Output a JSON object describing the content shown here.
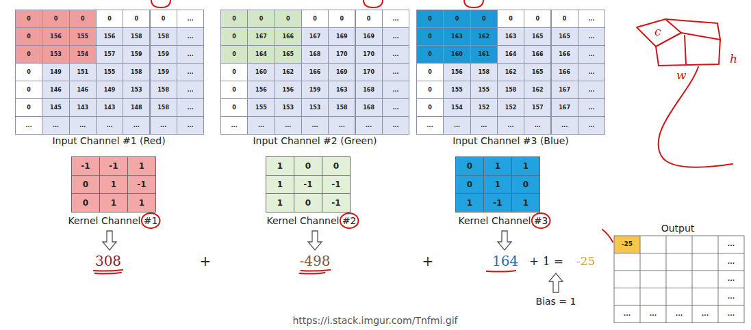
{
  "diagram": {
    "caption": "https://i.stack.imgur.com/Tnfmi.gif",
    "labels": [
      "0",
      "0",
      "0",
      "0",
      "0",
      "0",
      "...",
      "0",
      "156",
      "155",
      "156",
      "158",
      "158",
      "...",
      "0",
      "153",
      "154",
      "157",
      "159",
      "159",
      "...",
      "0",
      "149",
      "151",
      "155",
      "158",
      "159",
      "...",
      "0",
      "146",
      "146",
      "149",
      "153",
      "158",
      "...",
      "0",
      "145",
      "143",
      "143",
      "148",
      "158",
      "...",
      "...",
      "...",
      "...",
      "...",
      "...",
      "...",
      "...",
      "Input Channel #1 (Red)",
      "0",
      "0",
      "0",
      "0",
      "0",
      "0",
      "...",
      "0",
      "167",
      "166",
      "167",
      "169",
      "169",
      "...",
      "0",
      "164",
      "165",
      "168",
      "170",
      "170",
      "...",
      "0",
      "160",
      "162",
      "166",
      "169",
      "170",
      "...",
      "0",
      "156",
      "156",
      "159",
      "163",
      "168",
      "...",
      "0",
      "155",
      "153",
      "153",
      "158",
      "168",
      "...",
      "...",
      "...",
      "...",
      "...",
      "...",
      "...",
      "...",
      "Input Channel #2 (Green)",
      "0",
      "0",
      "0",
      "0",
      "0",
      "0",
      "...",
      "0",
      "163",
      "162",
      "163",
      "165",
      "165",
      "...",
      "0",
      "160",
      "161",
      "164",
      "166",
      "166",
      "...",
      "0",
      "156",
      "158",
      "162",
      "165",
      "166",
      "...",
      "0",
      "155",
      "155",
      "158",
      "162",
      "167",
      "...",
      "0",
      "154",
      "152",
      "152",
      "157",
      "167",
      "...",
      "...",
      "...",
      "...",
      "...",
      "...",
      "...",
      "...",
      "Input Channel #3 (Blue)",
      "-1",
      "-1",
      "1",
      "0",
      "1",
      "-1",
      "0",
      "1",
      "1",
      "Kernel Channel #1",
      "1",
      "0",
      "0",
      "1",
      "-1",
      "-1",
      "1",
      "0",
      "-1",
      "Kernel Channel #2",
      "0",
      "1",
      "1",
      "0",
      "1",
      "0",
      "1",
      "-1",
      "1",
      "Kernel Channel #3",
      "308",
      "+",
      "-498",
      "+",
      "164",
      "+ 1 =",
      "-25",
      "Bias = 1",
      "Output",
      "-25",
      "...",
      "...",
      "...",
      "...",
      "...",
      "...",
      "...",
      "...",
      "...",
      "c",
      "w",
      "h"
    ]
  }
}
